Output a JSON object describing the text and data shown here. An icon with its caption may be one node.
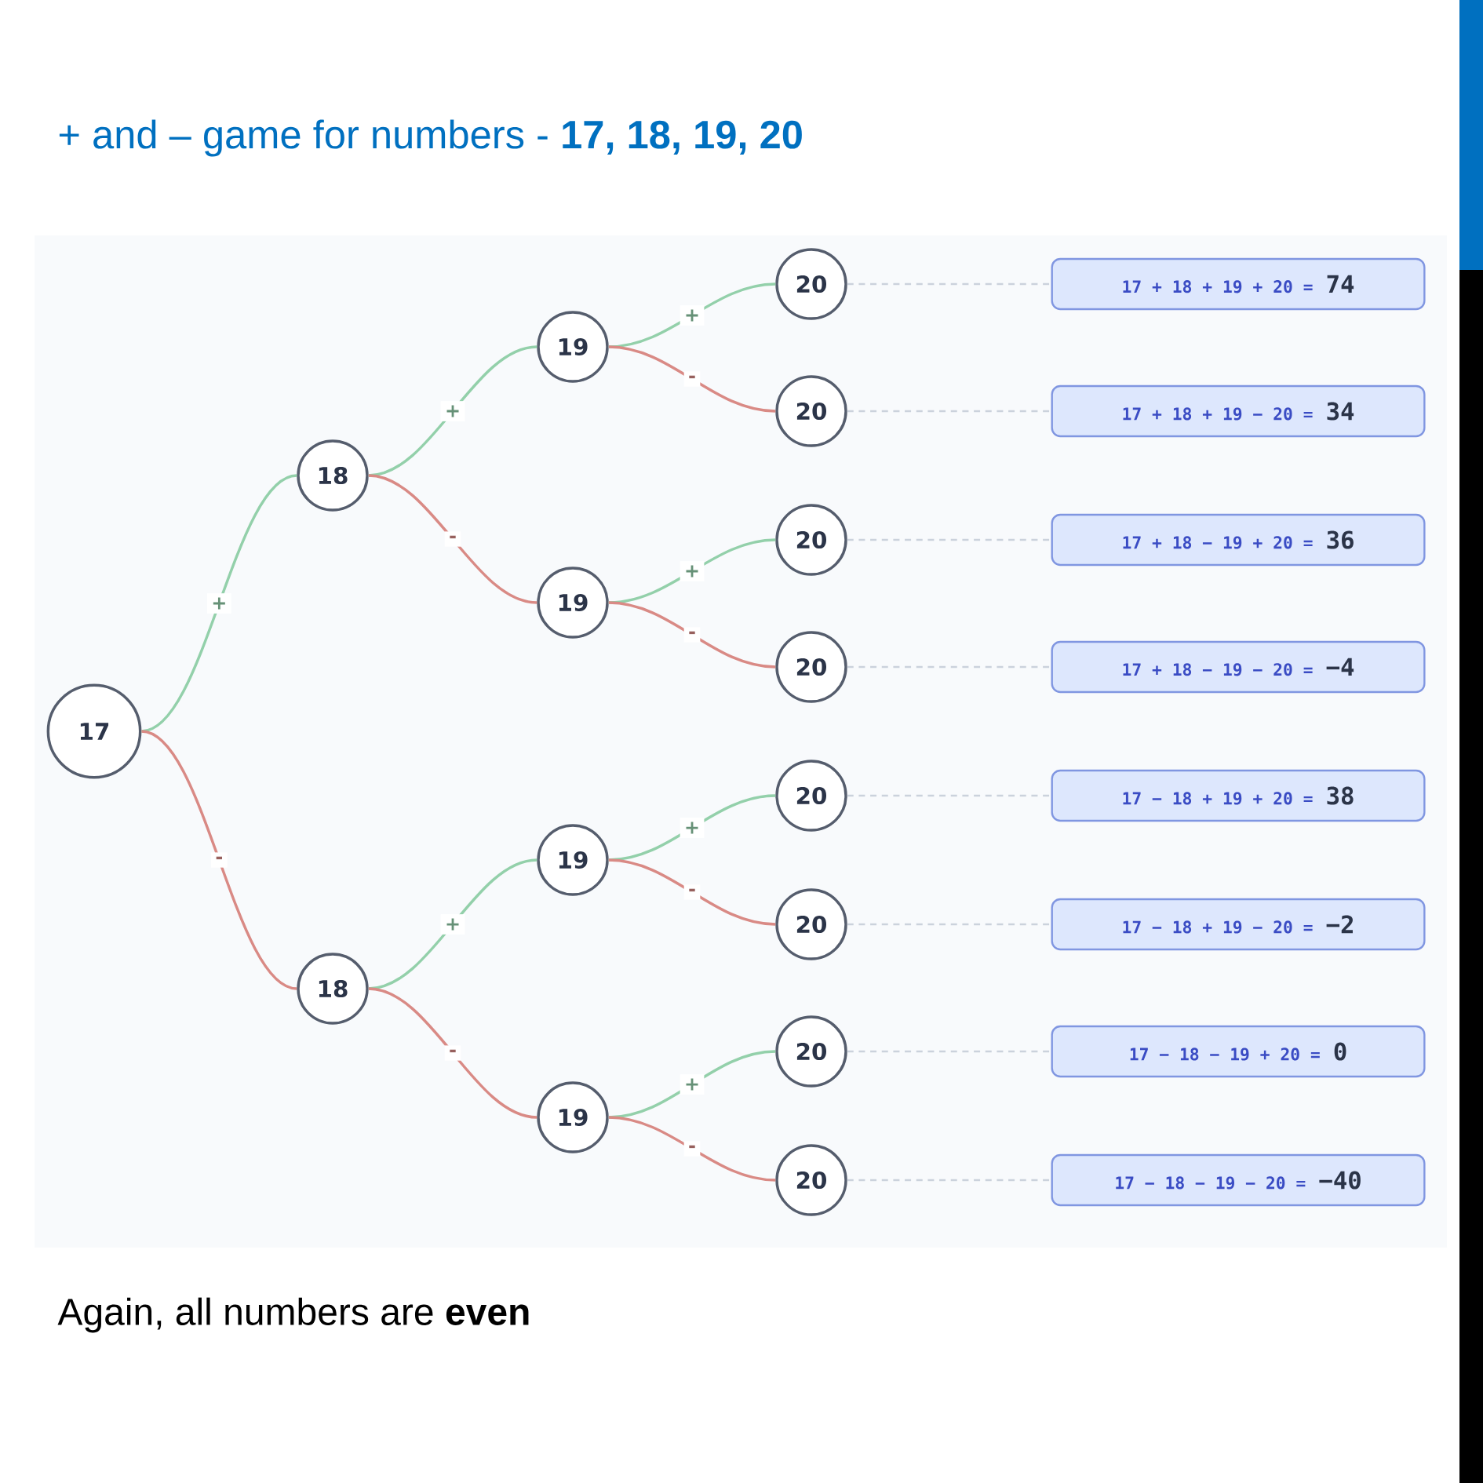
{
  "diagram": {
    "title": "+ and – game for numbers - **17, 18, 19, 20**",
    "caption": "Again, all numbers are **even**",
    "nodes": [
      {
        "text": [
          "17"
        ]
      },
      {
        "text": [
          "18"
        ]
      },
      {
        "text": [
          "19"
        ]
      },
      {
        "text": [
          "20"
        ]
      },
      {
        "text": [
          "20"
        ]
      },
      {
        "text": [
          "19"
        ]
      },
      {
        "text": [
          "20"
        ]
      },
      {
        "text": [
          "20"
        ]
      },
      {
        "text": [
          "18"
        ]
      },
      {
        "text": [
          "19"
        ]
      },
      {
        "text": [
          "20"
        ]
      },
      {
        "text": [
          "20"
        ]
      },
      {
        "text": [
          "19"
        ]
      },
      {
        "text": [
          "20"
        ]
      },
      {
        "text": [
          "20"
        ]
      },
      {
        "text": [
          "17 + 18 + 19 + 20 =",
          "74"
        ]
      },
      {
        "text": [
          "17 + 18 + 19 − 20 =",
          "34"
        ]
      },
      {
        "text": [
          "17 + 18 − 19 + 20 =",
          "36"
        ]
      },
      {
        "text": [
          "17 + 18 − 19 − 20 =",
          "−4"
        ]
      },
      {
        "text": [
          "17 − 18 + 19 + 20 =",
          "38"
        ]
      },
      {
        "text": [
          "17 − 18 + 19 − 20 =",
          "−2"
        ]
      },
      {
        "text": [
          "17 − 18 − 19 + 20 =",
          "0"
        ]
      },
      {
        "text": [
          "17 − 18 − 19 − 20 =",
          "−40"
        ]
      }
    ],
    "edges": [
      {
        "from": 0,
        "to": 1,
        "arrow": "none",
        "label": "+",
        "color": "#93d0aa"
      },
      {
        "from": 1,
        "to": 2,
        "arrow": "none",
        "label": "+",
        "color": "#93d0aa"
      },
      {
        "from": 2,
        "to": 3,
        "arrow": "none",
        "label": "+",
        "color": "#93d0aa"
      },
      {
        "from": 2,
        "to": 4,
        "arrow": "none",
        "label": "-",
        "color": "#d98a85"
      },
      {
        "from": 1,
        "to": 5,
        "arrow": "none",
        "label": "-",
        "color": "#d98a85"
      },
      {
        "from": 5,
        "to": 6,
        "arrow": "none",
        "label": "+",
        "color": "#93d0aa"
      },
      {
        "from": 5,
        "to": 7,
        "arrow": "none",
        "label": "-",
        "color": "#d98a85"
      },
      {
        "from": 0,
        "to": 8,
        "arrow": "none",
        "label": "-",
        "color": "#d98a85"
      },
      {
        "from": 8,
        "to": 9,
        "arrow": "none",
        "label": "+",
        "color": "#93d0aa"
      },
      {
        "from": 9,
        "to": 10,
        "arrow": "none",
        "label": "+",
        "color": "#93d0aa"
      },
      {
        "from": 9,
        "to": 11,
        "arrow": "none",
        "label": "-",
        "color": "#d98a85"
      },
      {
        "from": 8,
        "to": 12,
        "arrow": "none",
        "label": "-",
        "color": "#d98a85"
      },
      {
        "from": 12,
        "to": 13,
        "arrow": "none",
        "label": "+",
        "color": "#93d0aa"
      },
      {
        "from": 12,
        "to": 14,
        "arrow": "none",
        "label": "-",
        "color": "#d98a85"
      },
      {
        "from": 3,
        "to": 15,
        "arrow": "none",
        "style": "dashed",
        "color": "#cbd2dc"
      },
      {
        "from": 4,
        "to": 16,
        "arrow": "none",
        "style": "dashed",
        "color": "#cbd2dc"
      },
      {
        "from": 6,
        "to": 17,
        "arrow": "none",
        "style": "dashed",
        "color": "#cbd2dc"
      },
      {
        "from": 7,
        "to": 18,
        "arrow": "none",
        "style": "dashed",
        "color": "#cbd2dc"
      },
      {
        "from": 10,
        "to": 19,
        "arrow": "none",
        "style": "dashed",
        "color": "#cbd2dc"
      },
      {
        "from": 11,
        "to": 20,
        "arrow": "none",
        "style": "dashed",
        "color": "#cbd2dc"
      },
      {
        "from": 13,
        "to": 21,
        "arrow": "none",
        "style": "dashed",
        "color": "#cbd2dc"
      },
      {
        "from": 14,
        "to": 22,
        "arrow": "none",
        "style": "dashed",
        "color": "#cbd2dc"
      }
    ]
  }
}
